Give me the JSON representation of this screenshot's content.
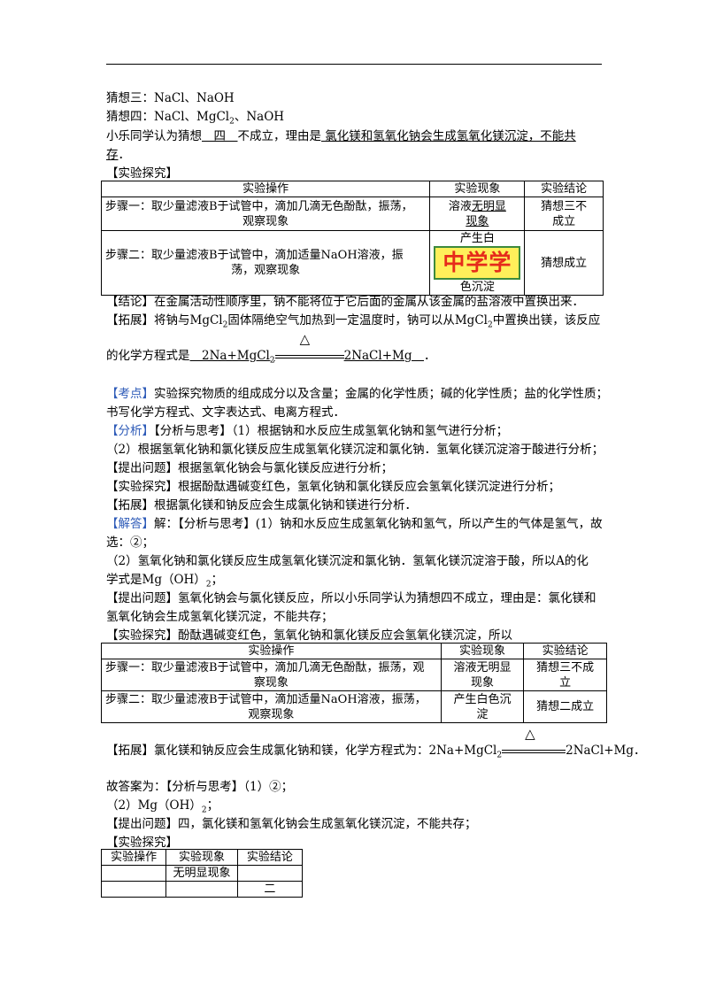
{
  "intro": {
    "guess3_label": "猜想三：",
    "guess3_value": "NaCl、NaOH",
    "guess4_label": "猜想四：",
    "guess4_a": "NaCl、MgCl",
    "guess4_sub": "2",
    "guess4_b": "、NaOH",
    "reason_prefix": "小乐同学认为猜想",
    "reason_num": "　四　",
    "reason_mid": "不成立，理由是",
    "reason_text1": "  氯化镁和氢氧化钠会生成氢氧化镁沉淀，不能共",
    "reason_text2": "存",
    "reason_end": "．"
  },
  "explore_heading": "【实验探究】",
  "table1": {
    "headers": [
      "实验操作",
      "实验现象",
      "实验结论"
    ],
    "row1": {
      "op1": "步骤一：取少量滤液B于试管中，滴加几滴无色酚酞，振荡，",
      "op2": "观察现象",
      "ph1a": "溶液",
      "ph1b": "无明显",
      "ph2": "现象",
      "con1": "猜想三不",
      "con2": "成立"
    },
    "row2": {
      "op1": "步骤二：取少量滤液B于试管中，滴加适量NaOH溶液，振",
      "op2": "荡，观察现象",
      "ph_top": "产生白",
      "badge": "中学学",
      "ph_bottom": "色沉淀",
      "con": "猜想成立"
    }
  },
  "conclusion": "【结论】在金属活动性顺序里，钠不能将位于它后面的金属从该金属的盐溶液中置换出来．",
  "extension": {
    "a": "【拓展】将钠与MgCl",
    "a_sub": "2",
    "b": "固体隔绝空气加热到一定温度时，钠可以从MgCl",
    "b_sub": "2",
    "c": "中置换出镁，该反应",
    "eq_prefix": "的化学方程式是",
    "eq_left": "　2Na+MgCl",
    "eq_left_sub": "2",
    "eq_cond": "△",
    "eq_right": "2NaCl+Mg　",
    "eq_end": "．"
  },
  "kaodian": {
    "tag": "【考点】",
    "text1": "实验探究物质的组成成分以及含量；金属的化学性质；碱的化学性质；盐的化学性质；",
    "text2": "书写化学方程式、文字表达式、电离方程式．"
  },
  "fenxi": {
    "tag": "【分析】",
    "l1": "【分析与思考】（1）根据钠和水反应生成氢氧化钠和氢气进行分析；",
    "l2": "（2）根据氢氧化钠和氯化镁反应生成氢氧化镁沉淀和氯化钠．氢氧化镁沉淀溶于酸进行分析；",
    "l3": "【提出问题】根据氢氧化钠会与氯化镁反应进行分析；",
    "l4": "【实验探究】根据酚酞遇碱变红色，氢氧化钠和氯化镁反应会氢氧化镁沉淀进行分析；",
    "l5": "【拓展】根据氯化镁和钠反应会生成氯化钠和镁进行分析．"
  },
  "jieda": {
    "tag": "【解答】",
    "l1": "解：【分析与思考】(1）钠和水反应生成氢氧化钠和氢气，所以产生的气体是氢气，故",
    "l2": "选：②；",
    "l3": "（2）氢氧化钠和氯化镁反应生成氢氧化镁沉淀和氯化钠．氢氧化镁沉淀溶于酸，所以A的化",
    "l4a": "学式是Mg（OH）",
    "l4sub": "2",
    "l4b": "；",
    "l5": "【提出问题】氢氧化钠会与氯化镁反应，所以小乐同学认为猜想四不成立，理由是：氯化镁和",
    "l6": "氢氧化钠会生成氢氧化镁沉淀，不能共存；",
    "l7": "【实验探究】酚酞遇碱变红色，氢氧化钠和氯化镁反应会氢氧化镁沉淀，所以"
  },
  "table2": {
    "headers": [
      "实验操作",
      "实验现象",
      "实验结论"
    ],
    "r1_op1": "步骤一：取少量滤液B于试管中，滴加几滴无色酚酞，振荡，观",
    "r1_op2": "察现象",
    "r1_ph1": "溶液无明显",
    "r1_ph2": "现象",
    "r1_con1": "猜想三不成",
    "r1_con2": "立",
    "r2_op1": "步骤二：取少量滤液B于试管中，滴加适量NaOH溶液，振荡，",
    "r2_op2": "观察现象",
    "r2_ph1": "产生白色沉",
    "r2_ph2": "淀",
    "r2_con": "猜想二成立"
  },
  "ext2": {
    "a": "【拓展】氯化镁和钠反应会生成氯化钠和镁，化学方程式为：2Na+MgCl",
    "a_sub": "2",
    "cond": "△",
    "b": "2NaCl+Mg．"
  },
  "answer": {
    "l1": "故答案为：【分析与思考】（1）②；",
    "l2a": "（2）Mg（OH）",
    "l2sub": "2",
    "l2b": "；",
    "l3": "【提出问题】四，氯化镁和氢氧化钠会生成氢氧化镁沉淀，不能共存；",
    "l4": "【实验探究】"
  },
  "table3": {
    "headers": [
      "实验操作",
      "实验现象",
      "实验结论"
    ],
    "r1": [
      "",
      "无明显现象",
      ""
    ],
    "r2": [
      "",
      "",
      "二"
    ]
  }
}
